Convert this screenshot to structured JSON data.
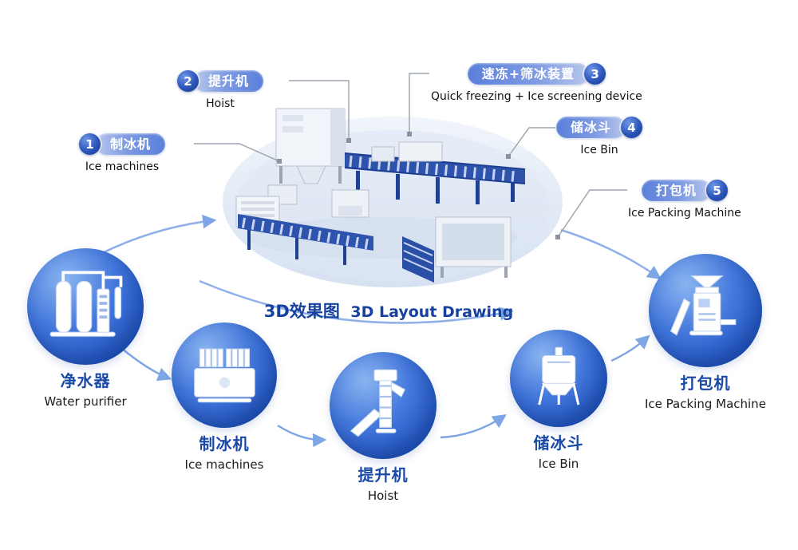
{
  "title": {
    "cn": "3D效果图",
    "en": "3D Layout Drawing"
  },
  "callouts": [
    {
      "num": "1",
      "cn": "制冰机",
      "en": "Ice machines"
    },
    {
      "num": "2",
      "cn": "提升机",
      "en": "Hoist"
    },
    {
      "num": "3",
      "cn": "速冻+筛冰装置",
      "en": "Quick freezing + Ice screening device"
    },
    {
      "num": "4",
      "cn": "储冰斗",
      "en": "Ice Bin"
    },
    {
      "num": "5",
      "cn": "打包机",
      "en": "Ice Packing Machine"
    }
  ],
  "stations": [
    {
      "cn": "净水器",
      "en": "Water purifier",
      "icon": "water-purifier-icon"
    },
    {
      "cn": "制冰机",
      "en": "Ice machines",
      "icon": "ice-machine-icon"
    },
    {
      "cn": "提升机",
      "en": "Hoist",
      "icon": "hoist-icon"
    },
    {
      "cn": "储冰斗",
      "en": "Ice Bin",
      "icon": "ice-bin-icon"
    },
    {
      "cn": "打包机",
      "en": "Ice Packing Machine",
      "icon": "packing-machine-icon"
    }
  ],
  "colors": {
    "pill_blue": "#5b80da",
    "badge_blue": "#163a92",
    "circle_blue": "#2a5ec9",
    "label_blue": "#1a4aa6",
    "line_gray": "#9aa3ad",
    "arrow_blue": "#7fa6e4",
    "conveyor_blue": "#2d53ad"
  }
}
